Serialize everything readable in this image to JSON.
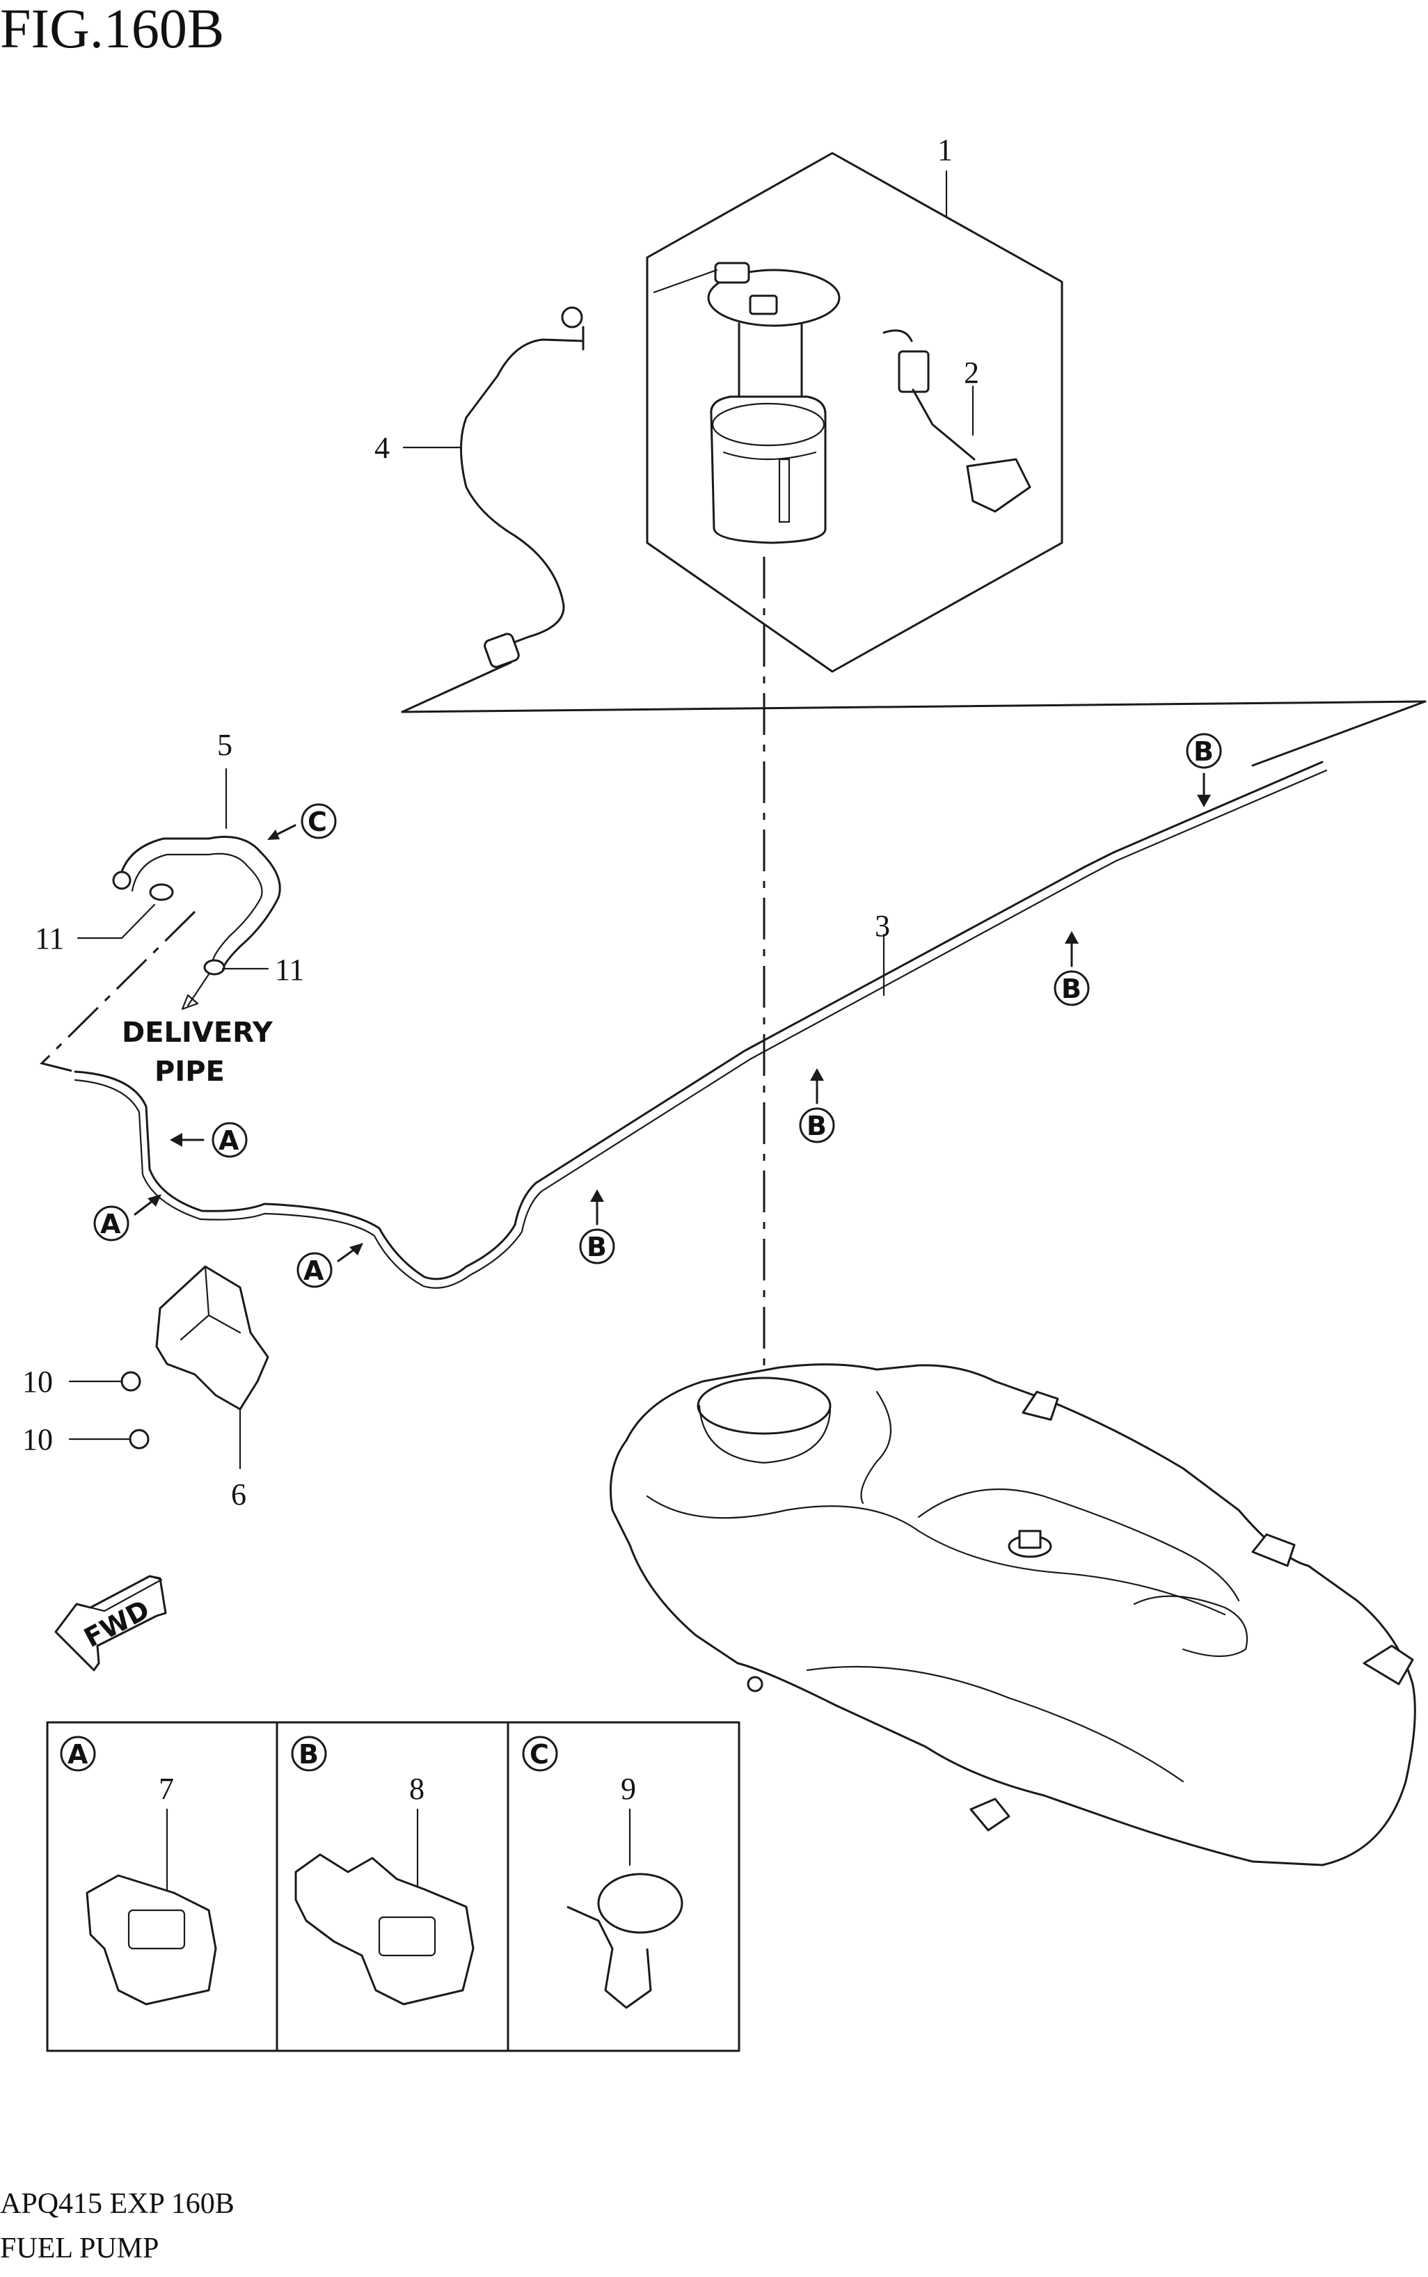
{
  "figure": {
    "title": "FIG.160B"
  },
  "footer": {
    "model_code": "APQ415 EXP 160B",
    "section_name": "FUEL PUMP"
  },
  "labels": {
    "delivery_line1": "DELIVERY",
    "delivery_line2": "PIPE",
    "fwd": "FWD"
  },
  "callouts": {
    "p1": "1",
    "p2": "2",
    "p3": "3",
    "p4": "4",
    "p5": "5",
    "p6": "6",
    "p7": "7",
    "p8": "8",
    "p9": "9",
    "p10a": "10",
    "p10b": "10",
    "p11a": "11",
    "p11b": "11"
  },
  "ref_markers": {
    "a": "A",
    "b": "B",
    "c": "C"
  },
  "detail_boxes": [
    {
      "marker": "A",
      "part": "7"
    },
    {
      "marker": "B",
      "part": "8"
    },
    {
      "marker": "C",
      "part": "9"
    }
  ]
}
